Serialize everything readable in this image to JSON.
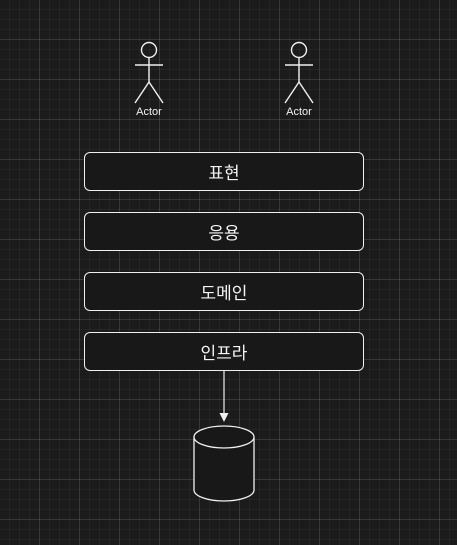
{
  "actors": [
    {
      "label": "Actor"
    },
    {
      "label": "Actor"
    }
  ],
  "layers": [
    {
      "label": "표현"
    },
    {
      "label": "응용"
    },
    {
      "label": "도메인"
    },
    {
      "label": "인프라"
    }
  ],
  "colors": {
    "background": "#1b1b1b",
    "stroke": "#f0f0f0",
    "box_fill": "#181818"
  },
  "icons": {
    "actor": "stick-figure-icon",
    "database": "database-cylinder-icon"
  }
}
